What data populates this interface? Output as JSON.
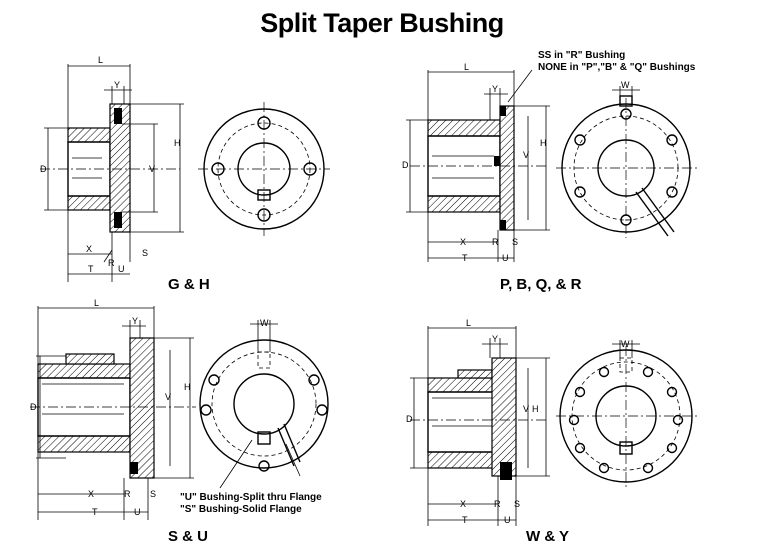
{
  "title": "Split Taper Bushing",
  "captions": {
    "gh": "G & H",
    "pbqr": "P, B, Q, & R",
    "su": "S & U",
    "wy": "W & Y"
  },
  "notes": {
    "ss_line1": "SS in \"R\" Bushing",
    "ss_line2": "NONE in \"P\",\"B\" & \"Q\" Bushings",
    "u_note": "\"U\" Bushing-Split thru Flange",
    "s_note": "\"S\" Bushing-Solid Flange"
  },
  "dims": {
    "L": "L",
    "Y": "Y",
    "H": "H",
    "V": "V",
    "D": "D",
    "X": "X",
    "R": "R",
    "T": "T",
    "U": "U",
    "S": "S",
    "W": "W"
  }
}
